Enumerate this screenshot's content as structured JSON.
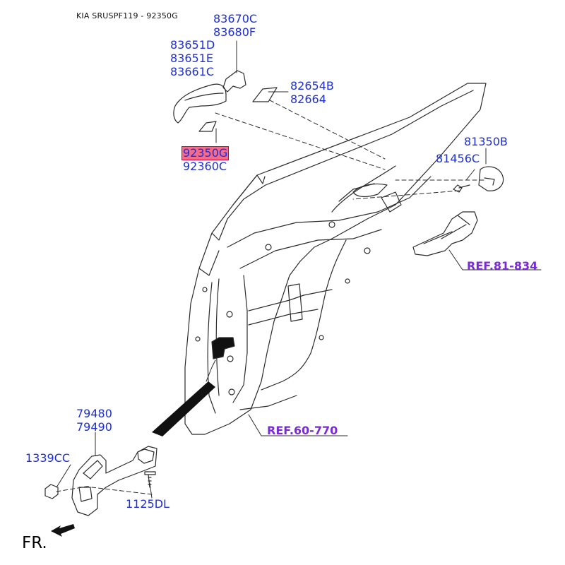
{
  "header": {
    "title": "KIA SRUSPF119 - 92350G"
  },
  "callouts": {
    "c83670C": "83670C",
    "c83680F": "83680F",
    "c83651D": "83651D",
    "c83651E": "83651E",
    "c83661C": "83661C",
    "c82654B": "82654B",
    "c82664": "82664",
    "c92350G": "92350G",
    "c92360C": "92360C",
    "c81350B": "81350B",
    "c81456C": "81456C",
    "c79480": "79480",
    "c79490": "79490",
    "c1339CC": "1339CC",
    "c1125DL": "1125DL"
  },
  "refs": {
    "ref81": "REF.81-834",
    "ref60": "REF.60-770"
  },
  "direction": {
    "label": "FR."
  },
  "colors": {
    "part_number": "#1e2fd6",
    "reference": "#7a2bd6",
    "highlight": "#f56b8a",
    "line": "#333333"
  }
}
